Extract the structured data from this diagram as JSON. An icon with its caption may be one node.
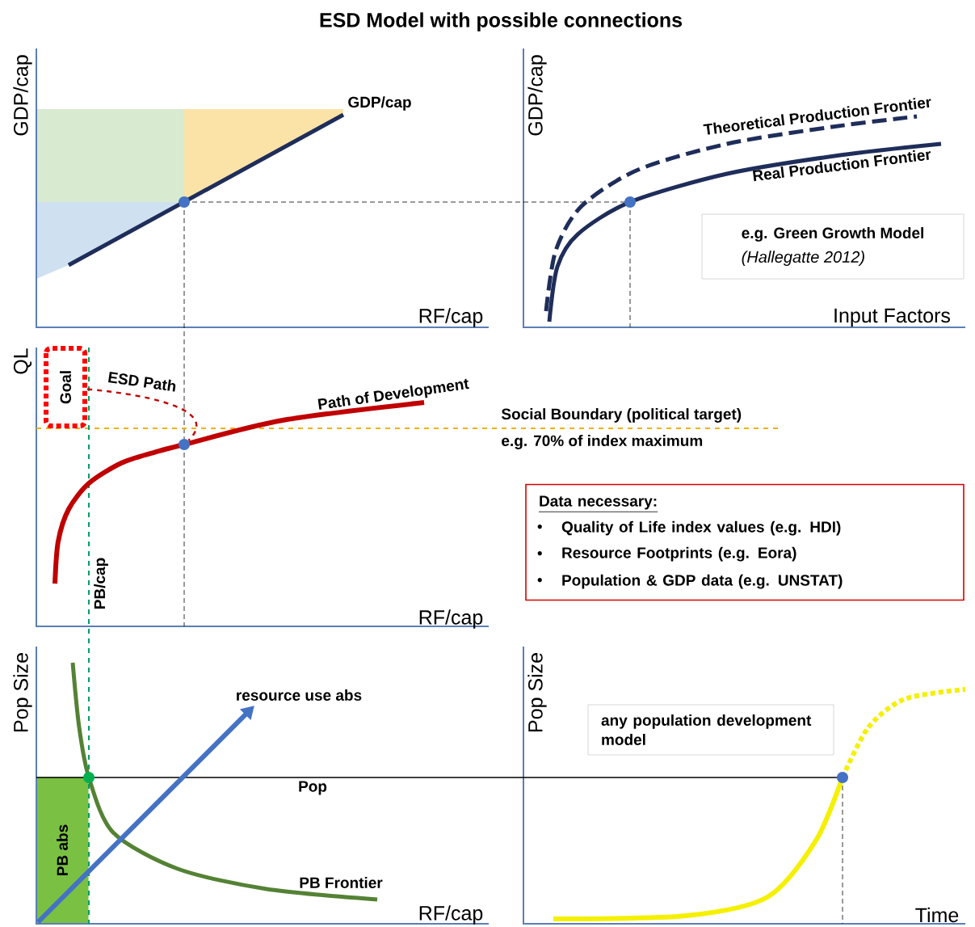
{
  "diagram": {
    "title": "ESD Model with possible connections",
    "nodes": [
      {
        "text": [
          "e.g. Green Growth Model",
          "(Hallegatte 2012)"
        ]
      },
      {
        "text": [
          "Goal"
        ]
      },
      {
        "text": [],
        "shape": "circle"
      },
      {
        "text": [
          "Data necessary:",
          "Quality of Life index values (e.g. HDI)",
          "Resource Footprints (e.g. Eora)",
          "Population & GDP data (e.g. UNSTAT)"
        ]
      },
      {
        "text": [
          "any population development model"
        ]
      },
      {
        "text": [
          "PB abs"
        ]
      }
    ],
    "edges": [
      {
        "from": 1,
        "to": 2,
        "arrow": "none",
        "label": "ESD Path",
        "style": "dashed"
      }
    ],
    "labels": [
      "GDP/cap",
      "GDP/cap",
      "GDP/cap",
      "Theoretical Production Frontier",
      "Real Production Frontier",
      "RF/cap",
      "Input Factors",
      "QL",
      "Path of Development",
      "Social Boundary (political target)",
      "e.g. 70% of index maximum",
      "PB/cap",
      "RF/cap",
      "Pop Size",
      "resource use abs",
      "Pop Size",
      "Pop",
      "PB Frontier",
      "RF/cap",
      "Time"
    ]
  }
}
